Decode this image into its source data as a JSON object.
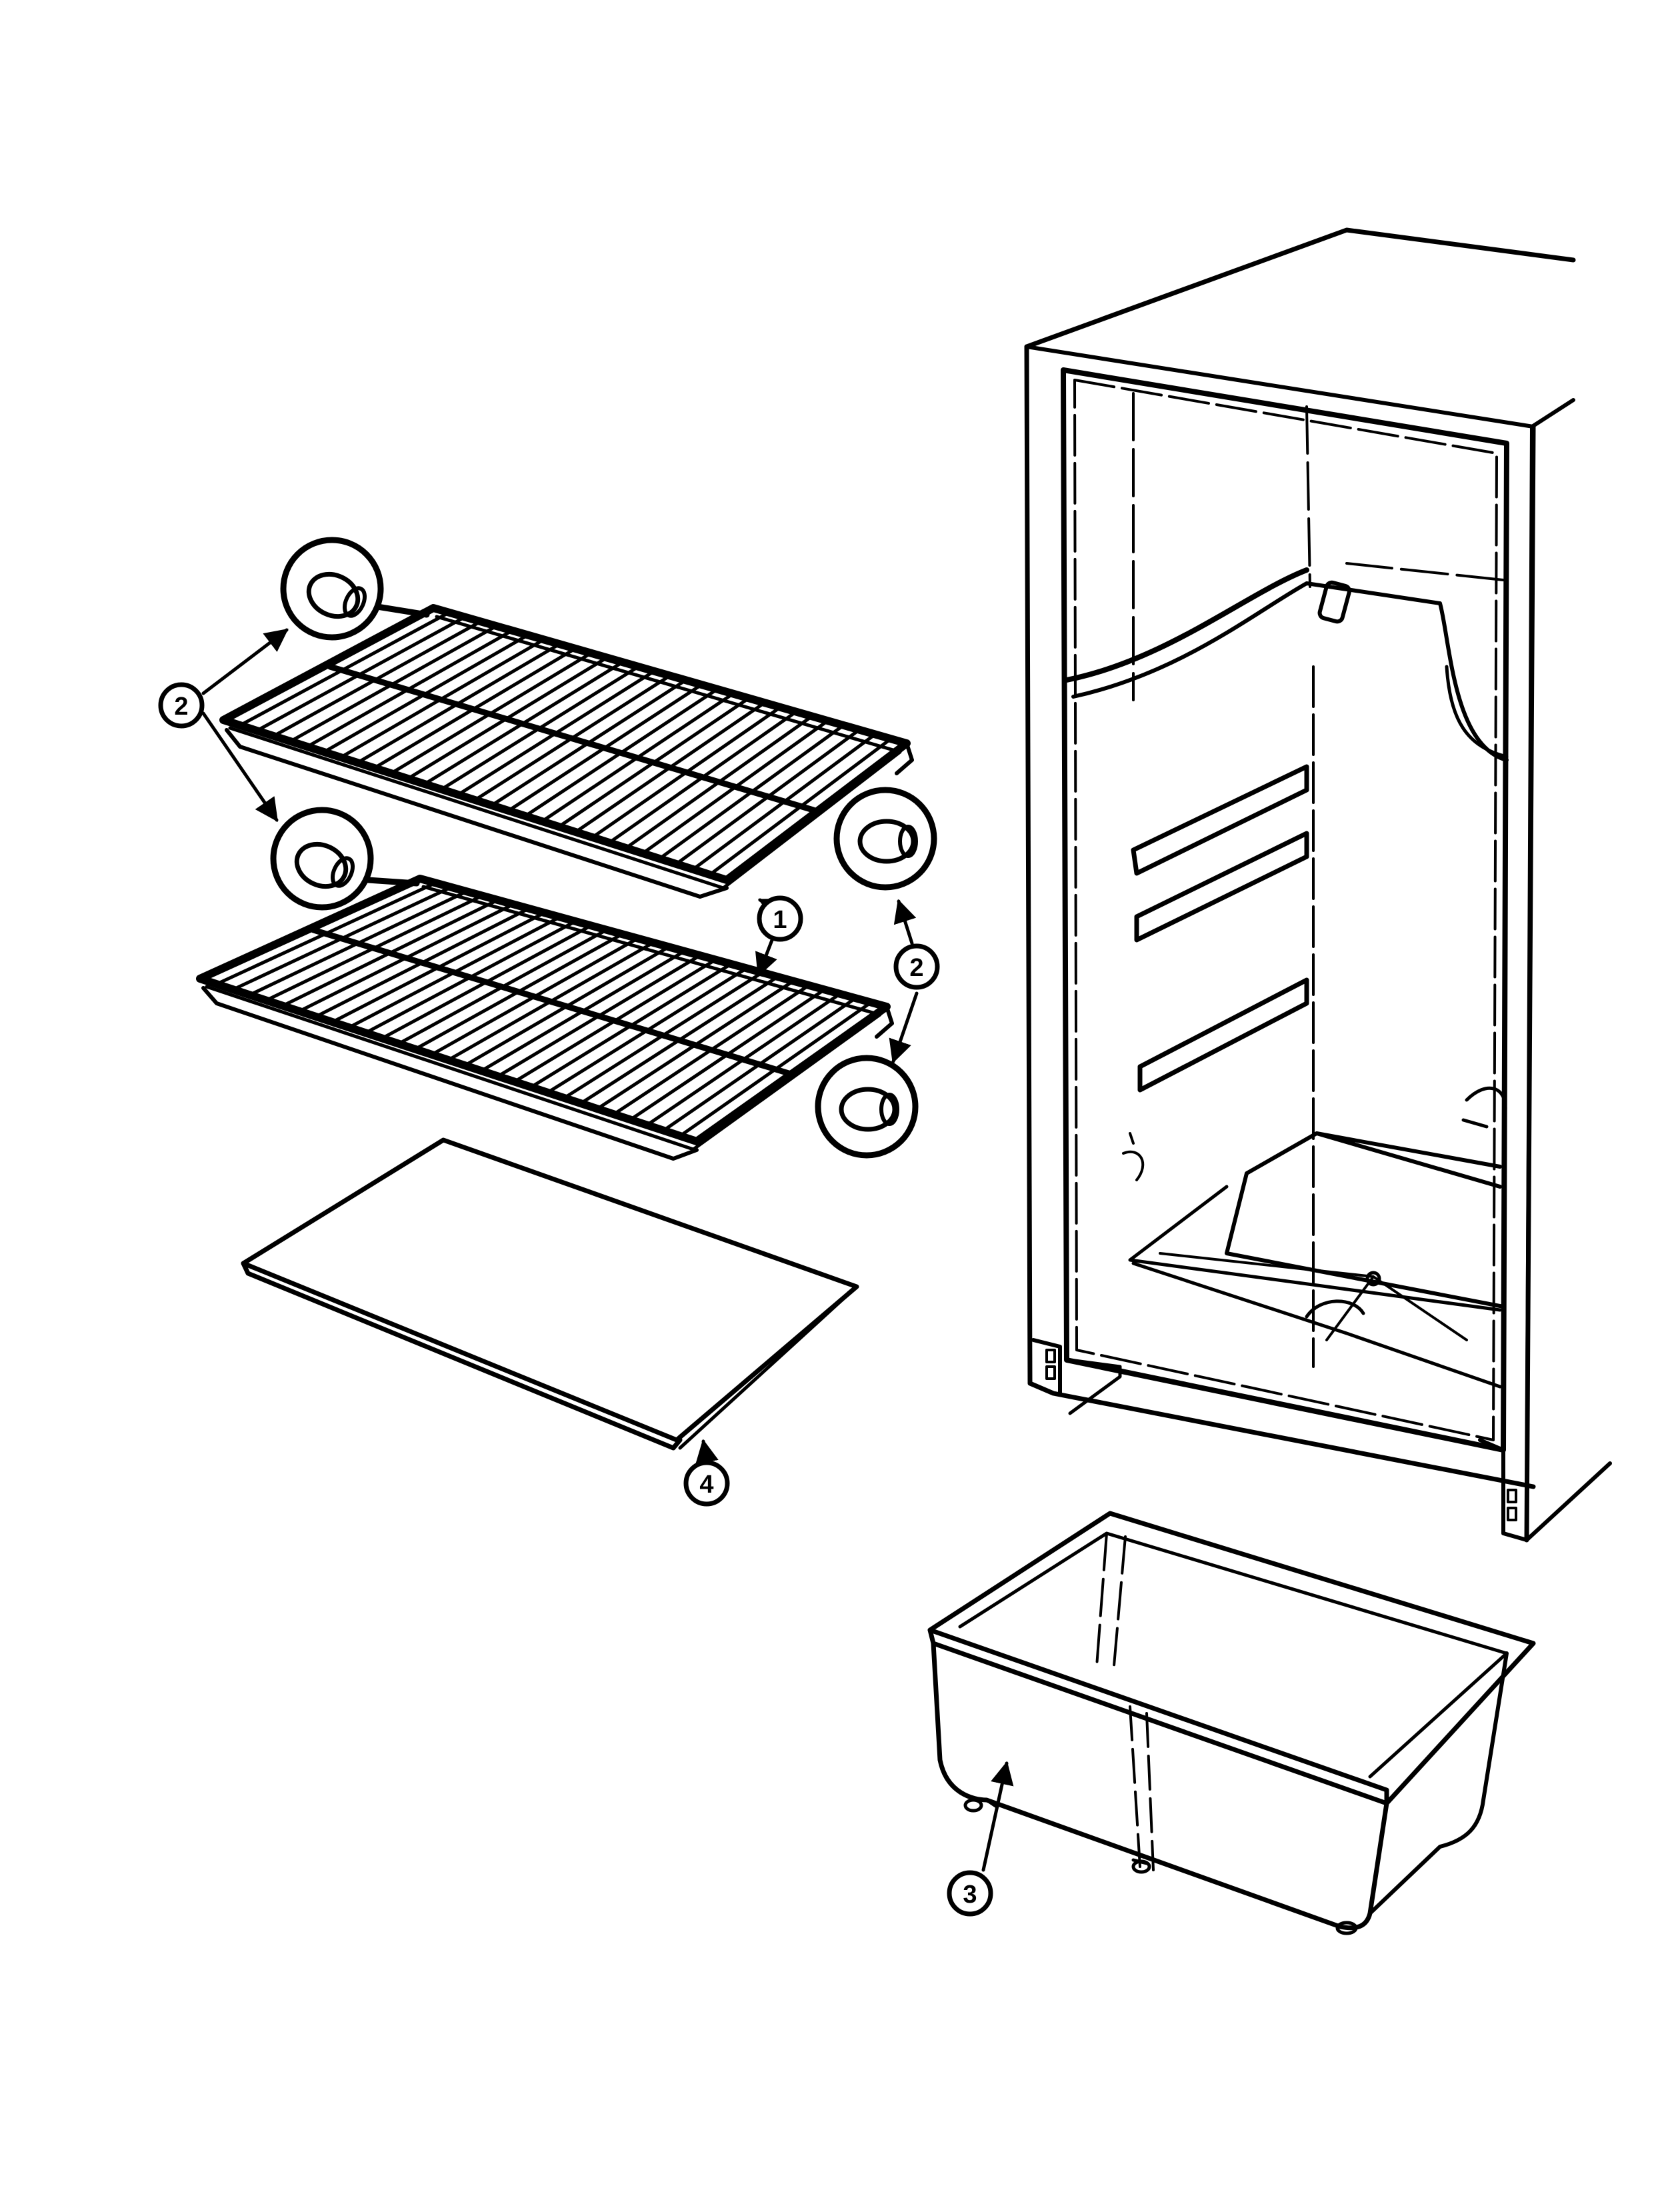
{
  "diagram": {
    "type": "exploded-parts-view",
    "line_color": "#000000",
    "background": "#ffffff",
    "callouts": [
      {
        "id": "callout-1",
        "label": "1"
      },
      {
        "id": "callout-2-left",
        "label": "2"
      },
      {
        "id": "callout-2-right",
        "label": "2"
      },
      {
        "id": "callout-3",
        "label": "3"
      },
      {
        "id": "callout-4",
        "label": "4"
      }
    ]
  }
}
